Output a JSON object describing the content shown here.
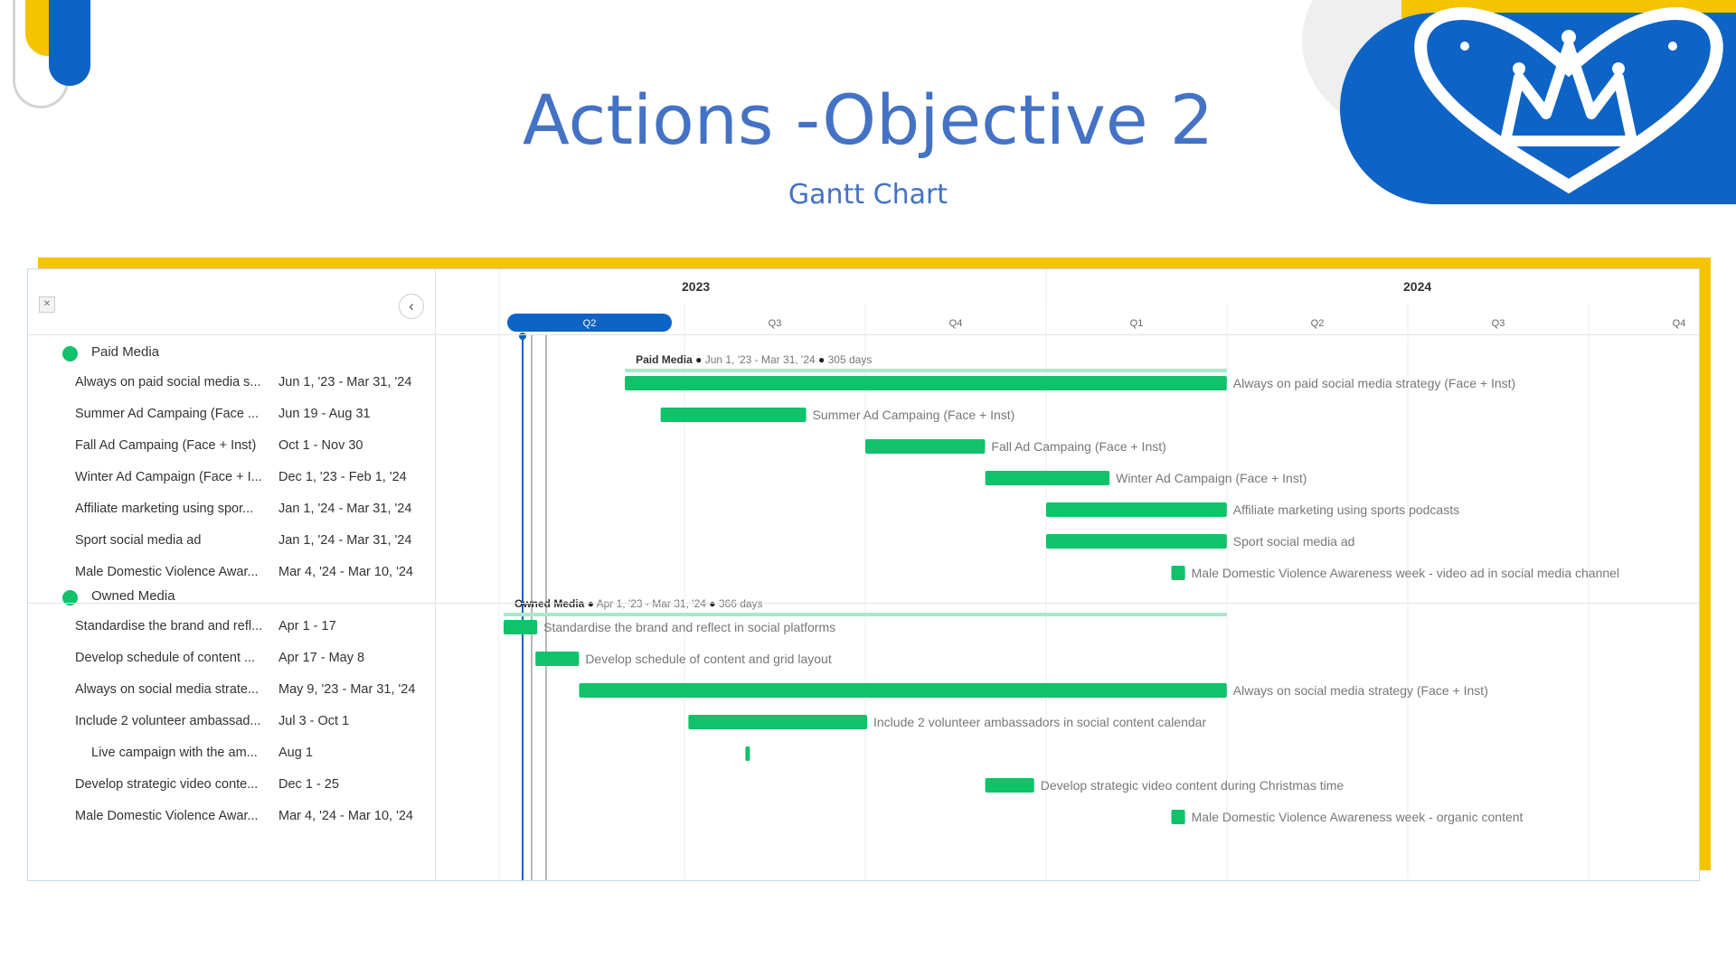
{
  "title": "Actions -Objective 2",
  "subtitle": "Gantt Chart",
  "colors": {
    "accent_blue": "#4472c4",
    "brand_blue": "#0d63c6",
    "brand_yellow": "#f6c300",
    "bar_green": "#10c26a",
    "summary_green": "#a9e8c9"
  },
  "icons": {
    "collapse": "collapse-icon",
    "back": "chevron-left-icon",
    "logo": "crown-heart-logo"
  },
  "timeline": {
    "years": [
      "2023",
      "2024"
    ],
    "quarters": [
      "Q2",
      "Q3",
      "Q4",
      "Q1",
      "Q2",
      "Q3",
      "Q4"
    ],
    "current_quarter_index": 0
  },
  "groups": [
    {
      "name": "Paid Media",
      "summary": {
        "label": "Paid Media",
        "dates": "Jun 1, '23 - Mar 31, '24",
        "duration": "305 days"
      },
      "tasks": [
        {
          "name": "Always on paid social media s...",
          "dates": "Jun 1, '23 - Mar 31, '24",
          "bar_label": "Always on paid social media strategy (Face + Inst)",
          "start": "2023-06-01",
          "end": "2024-03-31"
        },
        {
          "name": "Summer Ad Campaing (Face ...",
          "dates": "Jun 19 - Aug 31",
          "bar_label": "Summer Ad Campaing (Face + Inst)",
          "start": "2023-06-19",
          "end": "2023-08-31"
        },
        {
          "name": "Fall Ad Campaing (Face + Inst)",
          "dates": "Oct 1 - Nov 30",
          "bar_label": "Fall Ad Campaing (Face + Inst)",
          "start": "2023-10-01",
          "end": "2023-11-30"
        },
        {
          "name": "Winter Ad Campaign (Face + I...",
          "dates": "Dec 1, '23 - Feb 1, '24",
          "bar_label": "Winter Ad Campaign (Face + Inst)",
          "start": "2023-12-01",
          "end": "2024-02-01"
        },
        {
          "name": "Affiliate marketing using spor...",
          "dates": "Jan 1, '24 - Mar 31, '24",
          "bar_label": "Affiliate marketing using sports podcasts",
          "start": "2024-01-01",
          "end": "2024-03-31"
        },
        {
          "name": "Sport social media ad",
          "dates": "Jan 1, '24 - Mar 31, '24",
          "bar_label": "Sport social media ad",
          "start": "2024-01-01",
          "end": "2024-03-31"
        },
        {
          "name": "Male Domestic Violence Awar...",
          "dates": "Mar 4, '24 - Mar 10, '24",
          "bar_label": "Male Domestic Violence Awareness week - video ad in social media channel",
          "start": "2024-03-04",
          "end": "2024-03-10"
        }
      ]
    },
    {
      "name": "Owned Media",
      "summary": {
        "label": "Owned Media",
        "dates": "Apr 1, '23 - Mar 31, '24",
        "duration": "366 days"
      },
      "tasks": [
        {
          "name": "Standardise the brand and refl...",
          "dates": "Apr 1 - 17",
          "bar_label": "Standardise the brand and reflect in social platforms",
          "start": "2023-04-01",
          "end": "2023-04-17"
        },
        {
          "name": "Develop schedule of content ...",
          "dates": "Apr 17 - May 8",
          "bar_label": "Develop schedule of content and grid layout",
          "start": "2023-04-17",
          "end": "2023-05-08"
        },
        {
          "name": "Always on social media strate...",
          "dates": "May 9, '23 - Mar 31, '24",
          "bar_label": "Always on social media strategy (Face + Inst)",
          "start": "2023-05-09",
          "end": "2024-03-31"
        },
        {
          "name": "Include 2 volunteer ambassad...",
          "dates": "Jul 3 - Oct 1",
          "bar_label": "Include 2 volunteer ambassadors in social content calendar",
          "start": "2023-07-03",
          "end": "2023-10-01"
        },
        {
          "name": "Live campaign with the am...",
          "dates": "Aug 1",
          "bar_label": "",
          "start": "2023-08-01",
          "end": "2023-08-01",
          "indent": true
        },
        {
          "name": "Develop strategic video conte...",
          "dates": "Dec 1 - 25",
          "bar_label": "Develop strategic video content during Christmas time",
          "start": "2023-12-01",
          "end": "2023-12-25"
        },
        {
          "name": "Male Domestic Violence Awar...",
          "dates": "Mar 4, '24 - Mar 10, '24",
          "bar_label": "Male Domestic Violence Awareness week - organic content",
          "start": "2024-03-04",
          "end": "2024-03-10"
        }
      ]
    }
  ]
}
